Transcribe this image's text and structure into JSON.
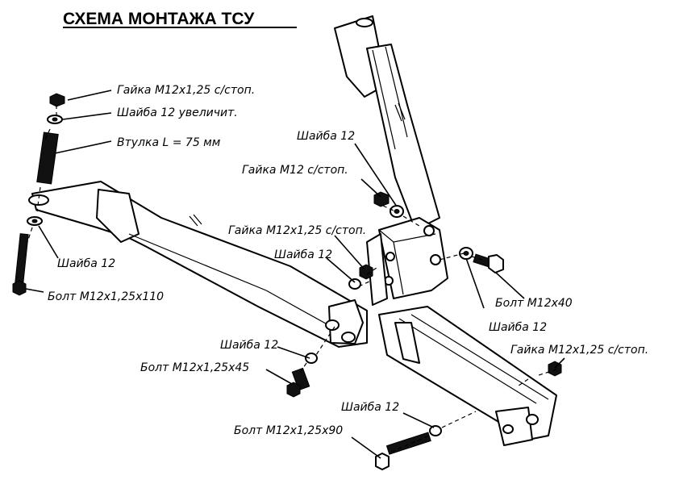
{
  "title": "СХЕМА МОНТАЖА ТСУ",
  "labels": {
    "nut_m12x125_left": "Гайка М12х1,25 с/стоп.",
    "washer_12_enlarged": "Шайба 12 увеличит.",
    "sleeve_75": "Втулка L = 75 мм",
    "washer_12_left": "Шайба 12",
    "bolt_m12x125x110": "Болт М12х1,25х110",
    "washer_12_top": "Шайба 12",
    "nut_m12_top": "Гайка М12 с/стоп.",
    "nut_m12x125_center": "Гайка М12х1,25 с/стоп.",
    "washer_12_center": "Шайба 12",
    "bolt_m12x40": "Болт М12х40",
    "washer_12_right": "Шайба 12",
    "nut_m12x125_right": "Гайка М12х1,25 с/стоп.",
    "washer_12_lower": "Шайба 12",
    "bolt_m12x125x45": "Болт М12х1,25х45",
    "washer_12_bottom": "Шайба 12",
    "bolt_m12x125x90": "Болт М12х1,25х90"
  }
}
